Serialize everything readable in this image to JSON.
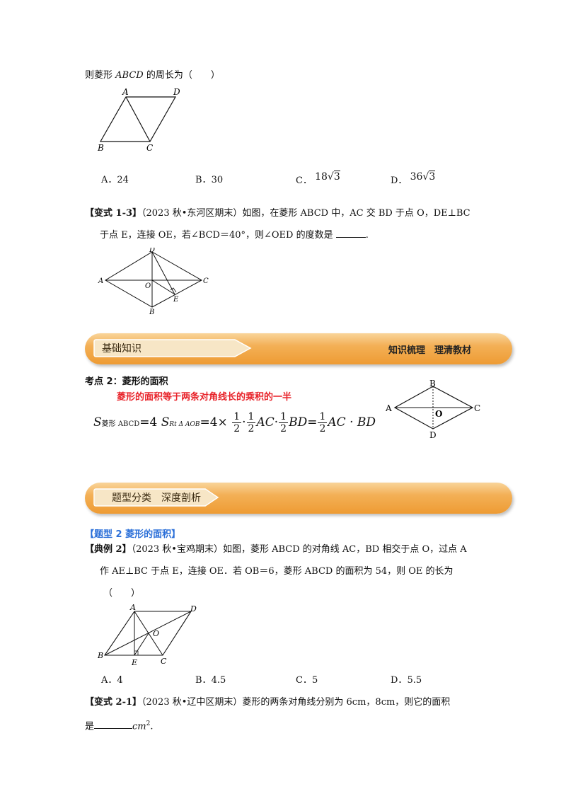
{
  "q1": {
    "stem_prefix": "则菱形",
    "stem_var": "ABCD",
    "stem_suffix": "的周长为（　　）",
    "fig_labels": {
      "A": "A",
      "D": "D",
      "B": "B",
      "C": "C"
    },
    "options": [
      {
        "label": "A．",
        "value": "24"
      },
      {
        "label": "B．",
        "value": "30"
      },
      {
        "label": "C．",
        "coef": "18",
        "rad": "3"
      },
      {
        "label": "D．",
        "coef": "36",
        "rad": "3"
      }
    ]
  },
  "v13": {
    "tag": "【变式 1-3】",
    "source": "（2023 秋•东河区期末）",
    "line1": "如图，在菱形 ABCD 中，AC 交 BD 于点 O，DE⊥BC",
    "line2": "于点 E，连接 OE，若∠BCD＝40°，则∠OED 的度数是",
    "line2_end": ".",
    "fig_labels": {
      "A": "A",
      "B": "B",
      "C": "C",
      "D": "D",
      "O": "O",
      "E": "E"
    }
  },
  "banner1": {
    "left": "基础知识",
    "right": "知识梳理　理清教材"
  },
  "point2": {
    "title": "考点 2：菱形的面积",
    "rule": "菱形的面积等于两条对角线长的乘积的一半",
    "formula": {
      "S": "S",
      "sub1": "菱形 ABCD",
      "eq1": "=4",
      "S2": "S",
      "sub2": "Rt Δ AOB",
      "eq2": "=4×",
      "one": "1",
      "two": "2",
      "ac": "AC",
      "bd": "BD",
      "ac_bd": "AC · BD",
      "dot": "·",
      "eq": "="
    },
    "fig_labels": {
      "A": "A",
      "B": "B",
      "C": "C",
      "D": "D",
      "O": "O"
    }
  },
  "banner2": {
    "left": "题型分类　深度剖析"
  },
  "type2": {
    "heading": "【题型 2 菱形的面积】",
    "ex_tag": "【典例 2】",
    "source": "（2023 秋•宝鸡期末）",
    "line1": "如图，菱形 ABCD 的对角线 AC，BD 相交于点 O，过点 A",
    "line2": "作 AE⊥BC 于点 E，连接 OE．若 OB＝6，菱形 ABCD 的面积为 54，则 OE 的长为",
    "line3": "（　　）",
    "fig_labels": {
      "A": "A",
      "B": "B",
      "C": "C",
      "D": "D",
      "O": "O",
      "E": "E"
    },
    "options": [
      {
        "label": "A．",
        "value": "4"
      },
      {
        "label": "B．",
        "value": "4.5"
      },
      {
        "label": "C．",
        "value": "5"
      },
      {
        "label": "D．",
        "value": "5.5"
      }
    ]
  },
  "v21": {
    "tag": "【变式 2-1】",
    "source": "（2023 秋•辽中区期末）",
    "line1": "菱形的两条对角线分别为 6cm，8cm，则它的面积",
    "line2_prefix": "是",
    "unit": "cm",
    "sup": "2",
    "end": "."
  }
}
